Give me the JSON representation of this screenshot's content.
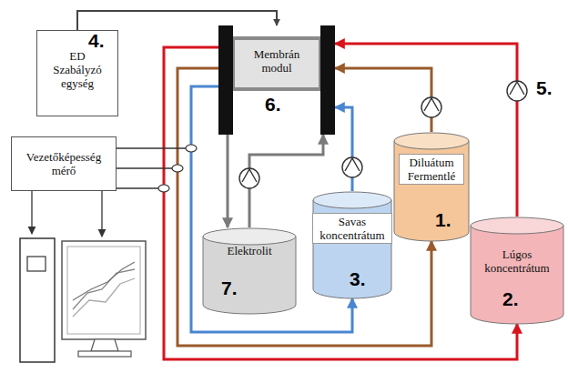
{
  "diagram": {
    "nodes": [
      {
        "text": [
          "ED Szabályzó egység"
        ]
      },
      {
        "text": [
          "Vezetőképesség mérő"
        ]
      },
      {
        "text": [
          "Membrán modul"
        ]
      },
      {
        "text": [
          "Elektrolit"
        ]
      },
      {
        "text": [
          "Savas koncentrátum"
        ]
      },
      {
        "text": [
          "Diluátum Fermentlé"
        ]
      },
      {
        "text": [
          "Lúgos koncentrátum"
        ]
      }
    ],
    "edges": [
      {
        "from": 0,
        "to": 2,
        "arrow": "to"
      },
      {
        "from": 6,
        "to": 2,
        "arrow": "to"
      },
      {
        "from": 2,
        "to": 6,
        "arrow": "to"
      },
      {
        "from": 5,
        "to": 2,
        "arrow": "to"
      },
      {
        "from": 2,
        "to": 5,
        "arrow": "to"
      },
      {
        "from": 4,
        "to": 2,
        "arrow": "to"
      },
      {
        "from": 2,
        "to": 4,
        "arrow": "to"
      },
      {
        "from": 3,
        "to": 2,
        "arrow": "to"
      },
      {
        "from": 2,
        "to": 3,
        "arrow": "to"
      }
    ],
    "labels": [
      "4.",
      "6.",
      "5.",
      "1.",
      "7.",
      "3.",
      "2."
    ]
  }
}
